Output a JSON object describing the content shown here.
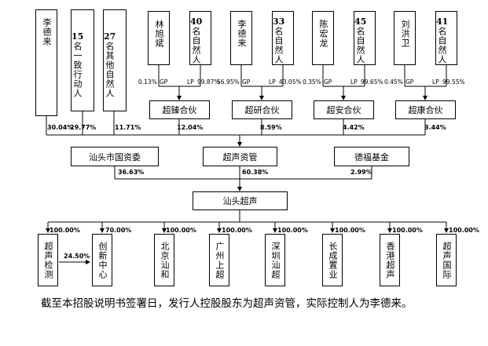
{
  "diagram": {
    "top_people": {
      "li_delai": "李德来",
      "group15_num": "15",
      "group15_text": "名一致行动人",
      "group27_num": "27",
      "group27_text": "名其他自然人"
    },
    "partnerships": [
      {
        "gp_name": "林旭斌",
        "lp_num": "40",
        "lp_text": "名自然人",
        "gp_pct": "0.13%",
        "gp_tag": "GP",
        "lp_tag": "LP",
        "lp_pct": "99.87%",
        "name": "超臻合伙",
        "to_parent_pct": "12.04%"
      },
      {
        "gp_name": "李德来",
        "lp_num": "33",
        "lp_text": "名自然人",
        "gp_pct": "56.95%",
        "gp_tag": "GP",
        "lp_tag": "LP",
        "lp_pct": "43.05%",
        "name": "超研合伙",
        "to_parent_pct": "8.59%"
      },
      {
        "gp_name": "陈宏龙",
        "lp_num": "45",
        "lp_text": "名自然人",
        "gp_pct": "0.35%",
        "gp_tag": "GP",
        "lp_tag": "LP",
        "lp_pct": "99.65%",
        "name": "超安合伙",
        "to_parent_pct": "4.42%"
      },
      {
        "gp_name": "刘洪卫",
        "lp_num": "41",
        "lp_text": "名自然人",
        "gp_pct": "0.45%",
        "gp_tag": "GP",
        "lp_tag": "LP",
        "lp_pct": "99.55%",
        "name": "超康合伙",
        "to_parent_pct": "3.44%"
      }
    ],
    "person_pcts": {
      "li_delai": "30.04%",
      "group15": "29.77%",
      "group27": "11.71%"
    },
    "middle": {
      "state_assets": "汕头市国资委",
      "holding": "超声资管",
      "defu": "德福基金",
      "state_pct": "36.63%",
      "holding_pct": "60.38%",
      "defu_pct": "2.99%"
    },
    "issuer": "汕头超声",
    "subsidiaries": [
      {
        "name": "超声检测",
        "pct": "100.00%"
      },
      {
        "name": "创新中心",
        "pct": "70.00%"
      },
      {
        "name": "北京汕和",
        "pct": "100.00%"
      },
      {
        "name": "广州上超",
        "pct": "100.00%"
      },
      {
        "name": "深圳汕超",
        "pct": "100.00%"
      },
      {
        "name": "长成置业",
        "pct": "100.00%"
      },
      {
        "name": "香港超声",
        "pct": "100.00%"
      },
      {
        "name": "超声国际",
        "pct": "100.00%"
      }
    ],
    "cross_holding_pct": "24.50%"
  },
  "caption": "截至本招股说明书签署日，发行人控股股东为超声资管，实际控制人为李德来。"
}
